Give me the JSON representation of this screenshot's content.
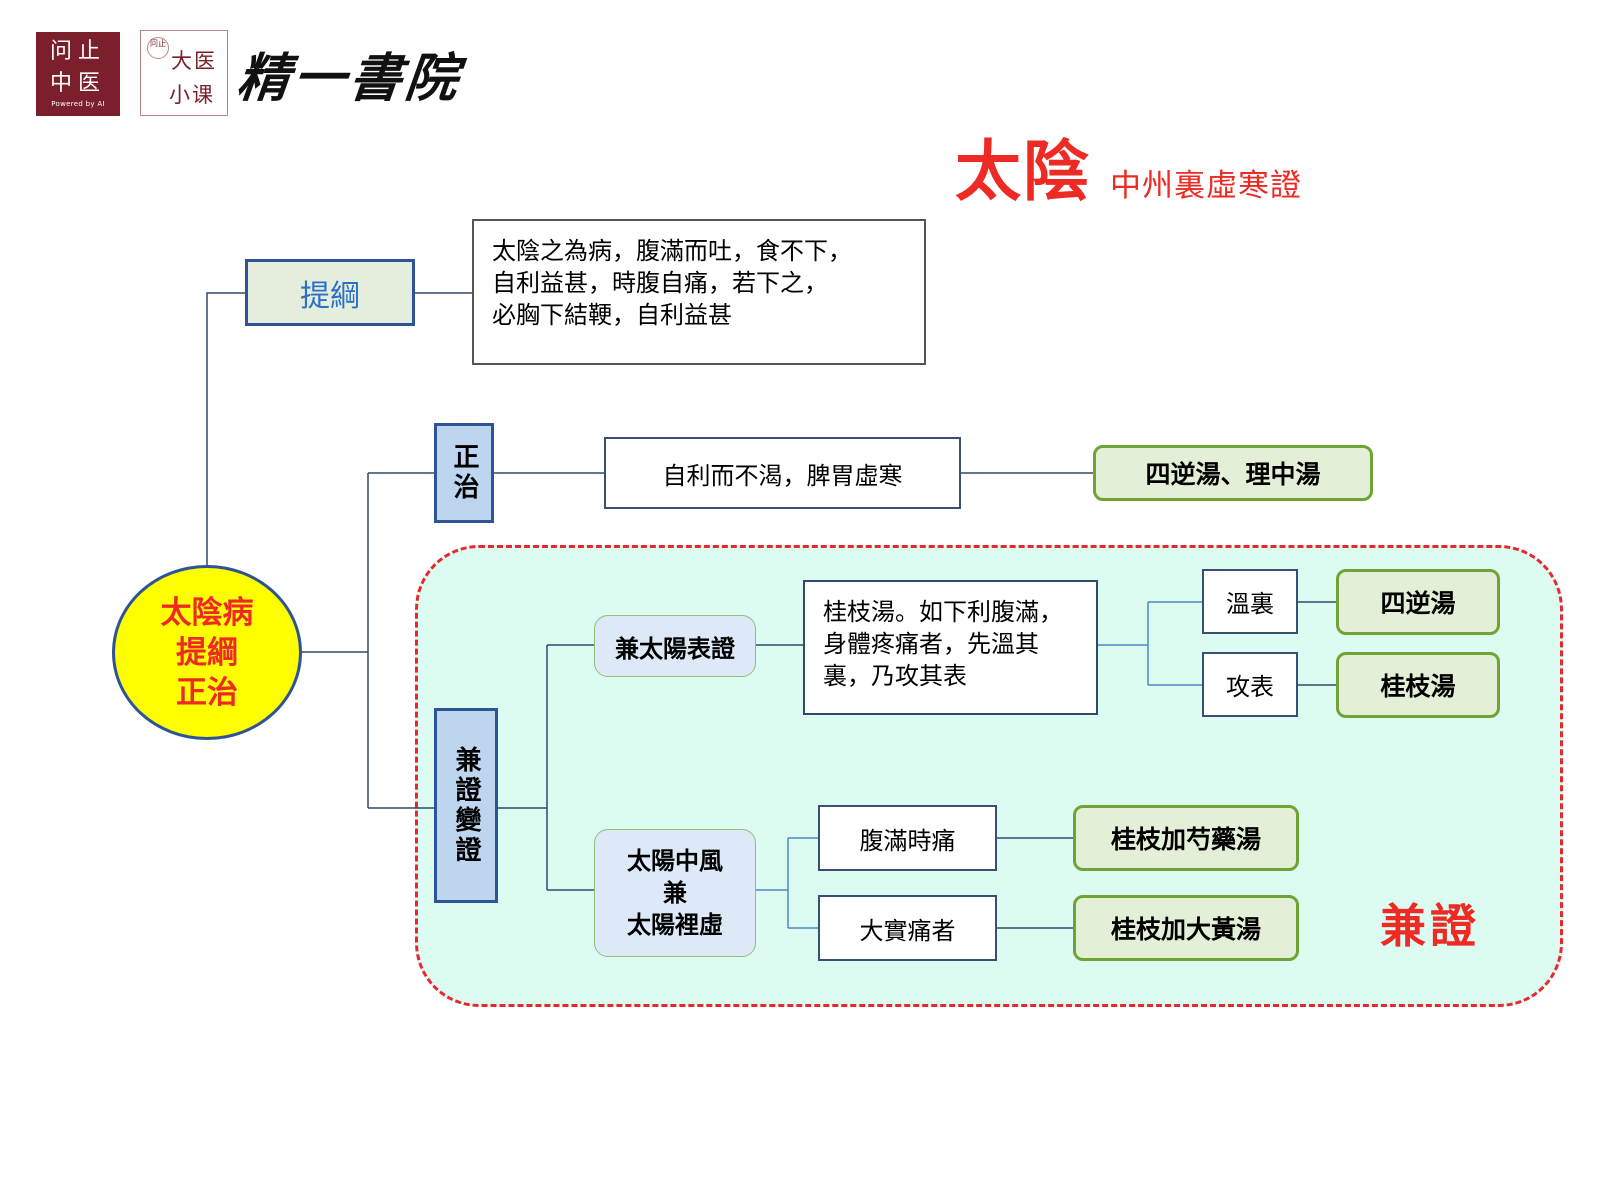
{
  "logos": {
    "logo1_line1": "问止",
    "logo1_line2": "中医",
    "logo1_powered": "Powered by AI",
    "logo2_seal": "问止",
    "logo2_line1": "大医",
    "logo2_line2": "小课",
    "brand": "精一書院"
  },
  "title": {
    "main": "太陰",
    "sub": "中州裏虛寒證"
  },
  "core": {
    "line1": "太陰病",
    "line2": "提綱",
    "line3": "正治"
  },
  "tigang": {
    "label": "提綱",
    "text_line1": "太陰之為病，腹滿而吐，食不下，",
    "text_line2": "自利益甚，時腹自痛，若下之，",
    "text_line3": "必胸下結鞕，自利益甚"
  },
  "zhengzhi": {
    "label": "正治",
    "condition": "自利而不渴，脾胃虛寒",
    "formula": "四逆湯、理中湯"
  },
  "jianzheng": {
    "label": "兼證變證",
    "region_label": "兼證",
    "taiyang_biao": {
      "label": "兼太陽表證",
      "text_line1": "桂枝湯。如下利腹滿，",
      "text_line2": "身體疼痛者，先溫其",
      "text_line3": "裏，乃攻其表",
      "step1": "溫裏",
      "step1_formula": "四逆湯",
      "step2": "攻表",
      "step2_formula": "桂枝湯"
    },
    "taiyang_zhongfeng": {
      "line1": "太陽中風",
      "line2": "兼",
      "line3": "太陽裡虛",
      "case1": "腹滿時痛",
      "case1_formula": "桂枝加芍藥湯",
      "case2": "大實痛者",
      "case2_formula": "桂枝加大黃湯"
    }
  },
  "colors": {
    "accent_red": "#ee2a24",
    "node_blue": "#2f5496",
    "formula_green": "#6fa333",
    "region_fill": "#dcfcf1"
  }
}
